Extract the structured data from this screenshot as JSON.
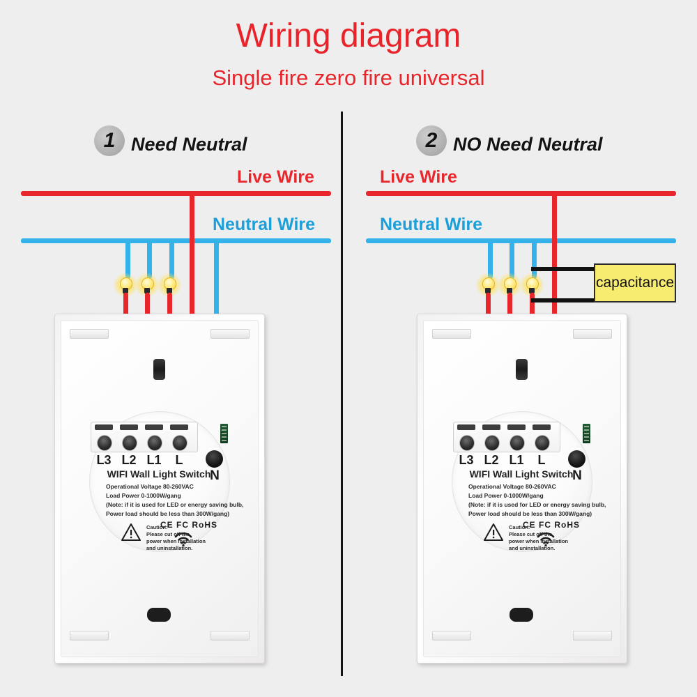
{
  "header": {
    "title": "Wiring diagram",
    "subtitle": "Single fire zero fire universal",
    "title_color": "#e8242a"
  },
  "colors": {
    "live": "#e8272d",
    "neutral": "#34b3ea",
    "capacitance_fill": "#f7ec70",
    "background": "#eeeeee",
    "badge": "#b4b4b4"
  },
  "sections": [
    {
      "number": "1",
      "label": "Need Neutral",
      "live_label": "Live Wire",
      "neutral_label": "Neutral Wire",
      "has_capacitance": false,
      "neutral_connected": true
    },
    {
      "number": "2",
      "label": "NO Need Neutral",
      "live_label": "Live Wire",
      "neutral_label": "Neutral Wire",
      "has_capacitance": true,
      "capacitance_label": "capacitance",
      "neutral_connected": false
    }
  ],
  "switch": {
    "terminals": [
      "L3",
      "L2",
      "L1",
      "L"
    ],
    "neutral_terminal": "N",
    "model": "WIFI Wall Light Switch",
    "specs": [
      "Operational Voltage 80-260VAC",
      "Load Power 0-1000W/gang",
      "(Note: if it is used for LED or energy saving bulb,",
      "Power load should be less than 300W/gang)"
    ],
    "certifications": "CE FC RoHS",
    "caution": [
      "Caution:",
      "Please cut off the",
      "power when installation",
      "and uninstallation."
    ]
  },
  "bulbs_per_panel": 3
}
